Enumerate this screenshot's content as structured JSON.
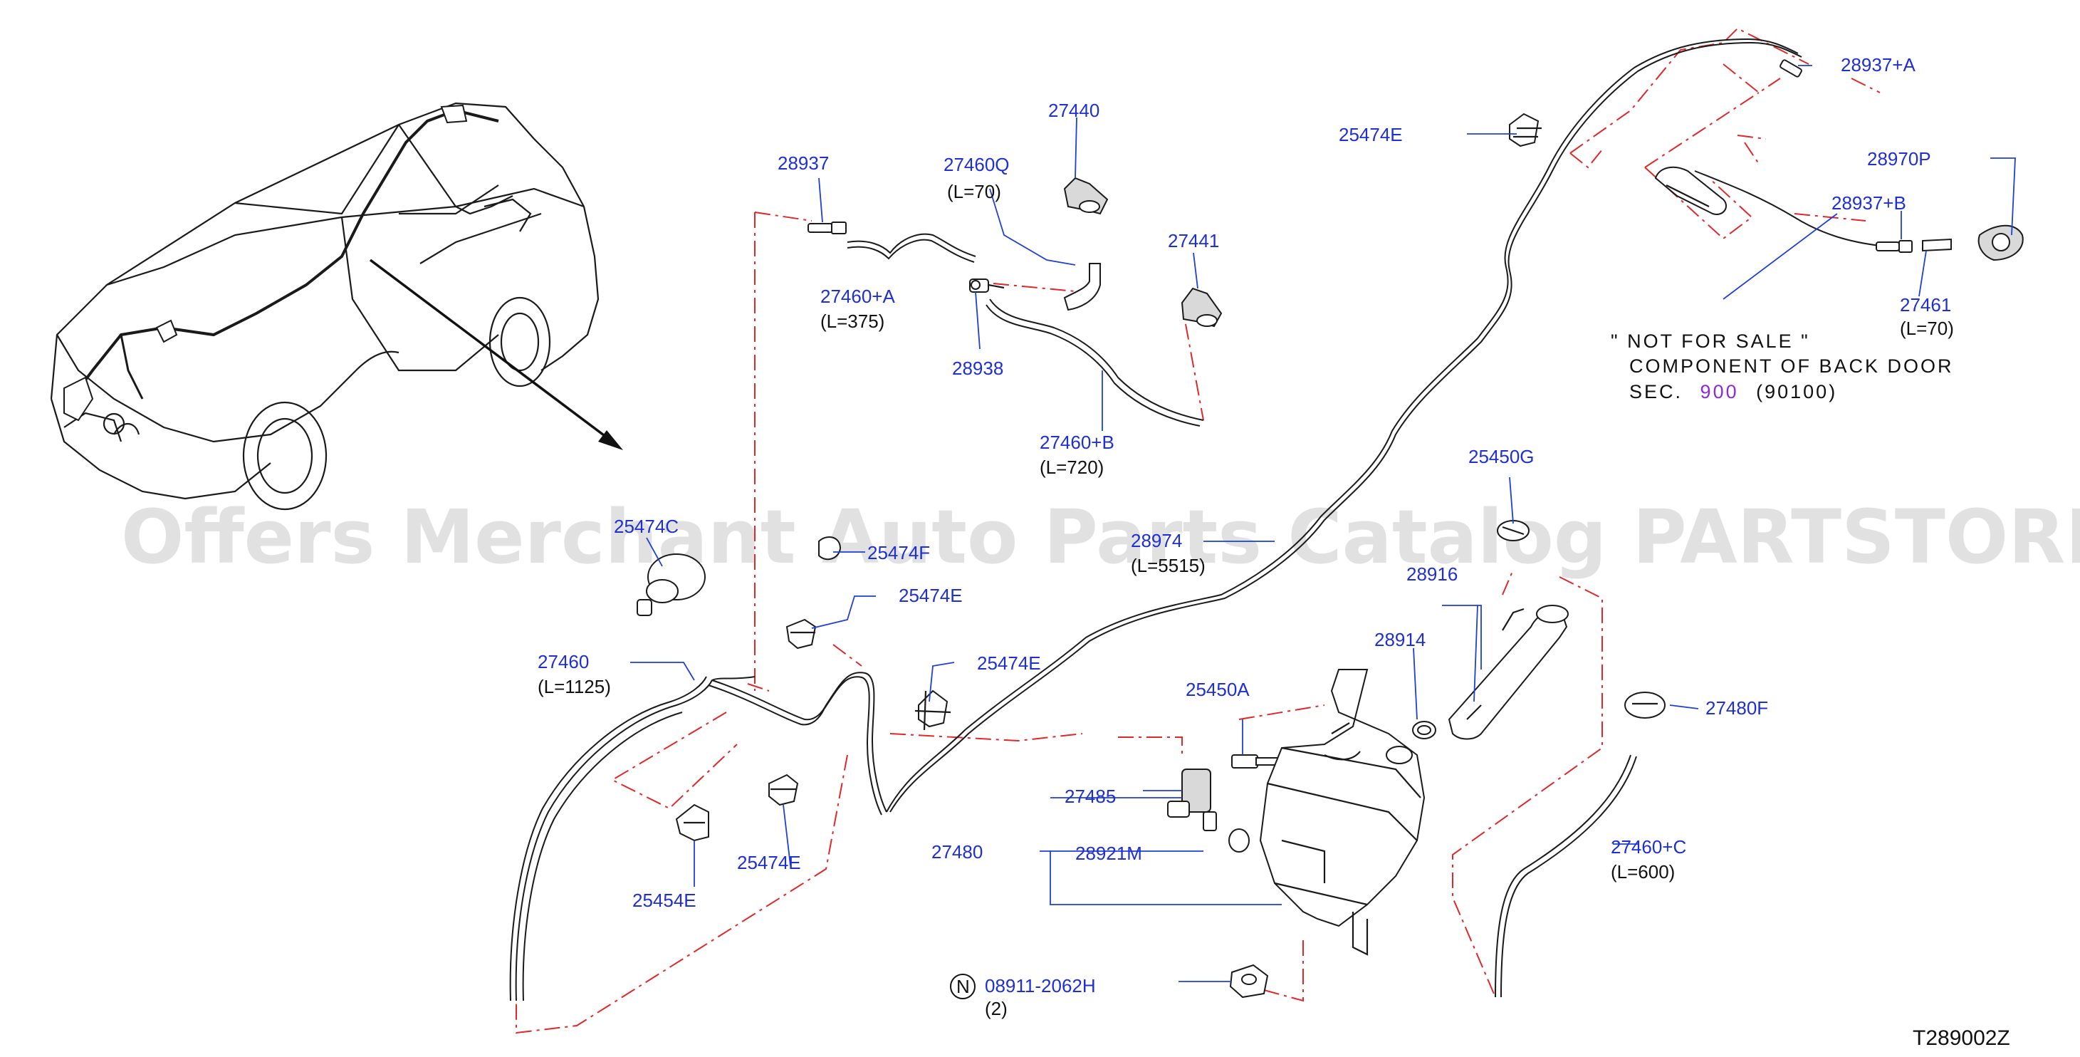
{
  "labels": {
    "p28937": "28937",
    "p27460A": "27460+A",
    "p27460A_len": "(L=375)",
    "p27460Q": "27460Q",
    "p27460Q_len": "(L=70)",
    "p27440": "27440",
    "p27441": "27441",
    "p28938": "28938",
    "p27460B": "27460+B",
    "p27460B_len": "(L=720)",
    "p25474E_top": "25474E",
    "p28937A": "28937+A",
    "p28970P": "28970P",
    "p28937B": "28937+B",
    "p27461": "27461",
    "p27461_len": "(L=70)",
    "p25474C": "25474C",
    "p25474F": "25474F",
    "p25474E_mid1": "25474E",
    "p25474E_mid2": "25474E",
    "p27460": "27460",
    "p27460_len": "(L=1125)",
    "p28974": "28974",
    "p28974_len": "(L=5515)",
    "p25450G": "25450G",
    "p28916": "28916",
    "p28914": "28914",
    "p25450A": "25450A",
    "p27480F": "27480F",
    "p27485": "27485",
    "p27480": "27480",
    "p28921M": "28921M",
    "p25474E_low": "25474E",
    "p25454E": "25454E",
    "p27460C": "27460+C",
    "p27460C_len": "(L=600)",
    "p08911": "08911-2062H",
    "p08911_qty": "(2)",
    "nut_badge": "N"
  },
  "note": {
    "line1": "\" NOT FOR SALE \"",
    "line2": "COMPONENT OF BACK DOOR",
    "line3_prefix": "SEC.",
    "line3_sec": "900",
    "line3_suffix": "(90100)"
  },
  "watermark": "Offers Merchant Auto Parts Catalog PARTSTORE.SA",
  "diagram_code": "T289002Z",
  "colors": {
    "label": "#1f2fd6",
    "phantom_line": "#e0282a",
    "section_ref": "#8a2be2"
  }
}
